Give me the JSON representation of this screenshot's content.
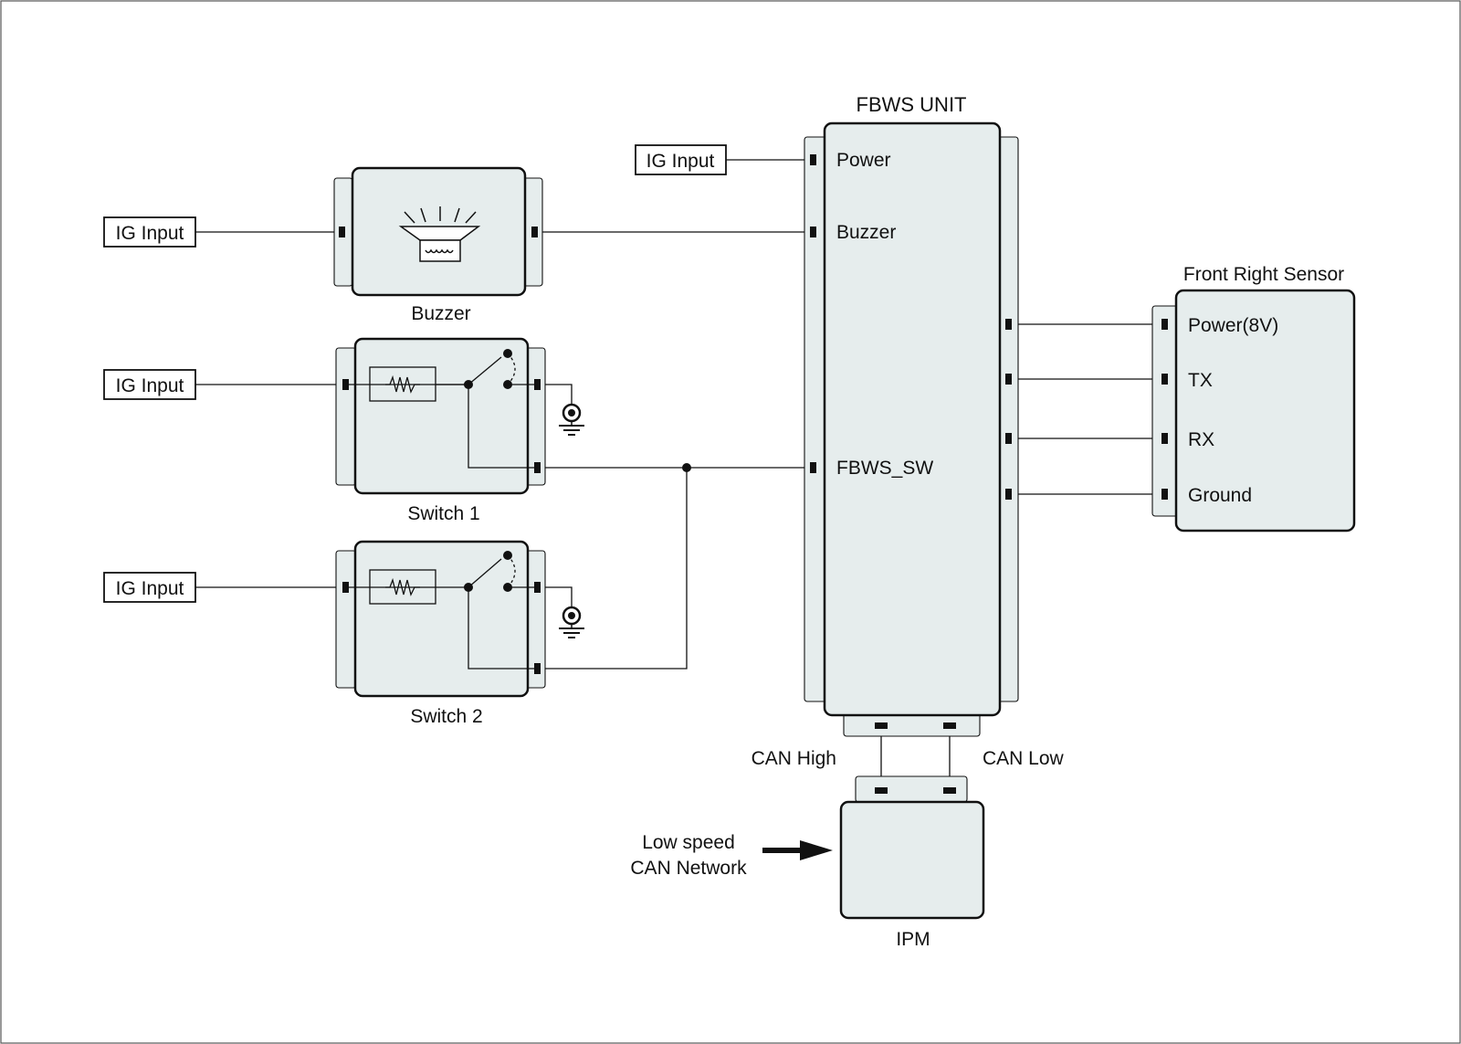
{
  "diagram": {
    "fbws_unit": {
      "title": "FBWS UNIT",
      "pins": {
        "power": "Power",
        "buzzer": "Buzzer",
        "fbws_sw": "FBWS_SW"
      }
    },
    "ig_input_label": "IG Input",
    "buzzer": {
      "label": "Buzzer"
    },
    "switch_1": {
      "label": "Switch 1"
    },
    "switch_2": {
      "label": "Switch 2"
    },
    "front_right_sensor": {
      "title": "Front Right Sensor",
      "pins": {
        "power": "Power(8V)",
        "tx": "TX",
        "rx": "RX",
        "ground": "Ground"
      }
    },
    "can": {
      "high": "CAN High",
      "low": "CAN Low"
    },
    "ipm": {
      "label": "IPM",
      "network_line1": "Low speed",
      "network_line2": "CAN Network"
    },
    "colors": {
      "component_fill": "#e6eded",
      "line": "#111111"
    }
  }
}
